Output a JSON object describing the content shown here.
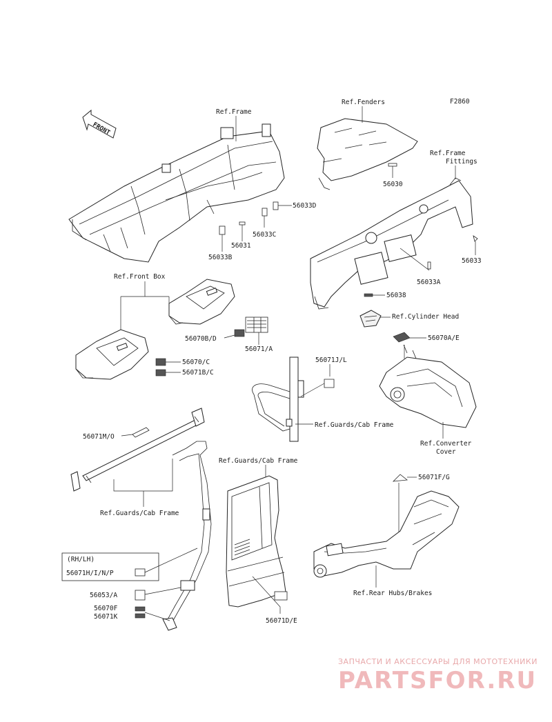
{
  "diagram": {
    "code": "F2860",
    "front_arrow": "FRONT",
    "labels": {
      "ref_frame": "Ref.Frame",
      "ref_fenders": "Ref.Fenders",
      "ref_frame_fittings_1": "Ref.Frame",
      "ref_frame_fittings_2": "Fittings",
      "p56030": "56030",
      "p56033d": "56033D",
      "p56033c": "56033C",
      "p56031": "56031",
      "p56033b": "56033B",
      "p56033": "56033",
      "p56033a": "56033A",
      "p56038": "56038",
      "ref_cylinder_head": "Ref.Cylinder Head",
      "p56070a_e": "56070A/E",
      "ref_front_box": "Ref.Front Box",
      "p56070b_d": "56070B/D",
      "p56071_a": "56071/A",
      "p56070_c": "56070/C",
      "p56071b_c": "56071B/C",
      "p56071j_l": "56071J/L",
      "ref_guards_cab_frame_mid": "Ref.Guards/Cab Frame",
      "ref_converter_cover_1": "Ref.Converter",
      "ref_converter_cover_2": "Cover",
      "p56071m_o": "56071M/O",
      "ref_guards_cab_frame_left": "Ref.Guards/Cab Frame",
      "ref_guards_cab_frame_door": "Ref.Guards/Cab Frame",
      "p56071f_g": "56071F/G",
      "rh_lh": "(RH/LH)",
      "p56071h_i_n_p": "56071H/I/N/P",
      "p56053_a": "56053/A",
      "p56070f": "56070F",
      "p56071k": "56071K",
      "p56071d_e": "56071D/E",
      "ref_rear_hubs_brakes": "Ref.Rear Hubs/Brakes"
    }
  },
  "watermark": {
    "tagline": "ЗАПЧАСТИ И АКСЕССУАРЫ ДЛЯ МОТОТЕХНИКИ",
    "brand": "PARTSFOR.RU"
  },
  "colors": {
    "ink": "#1a1a1a",
    "watermark": "#f0b9bb"
  }
}
